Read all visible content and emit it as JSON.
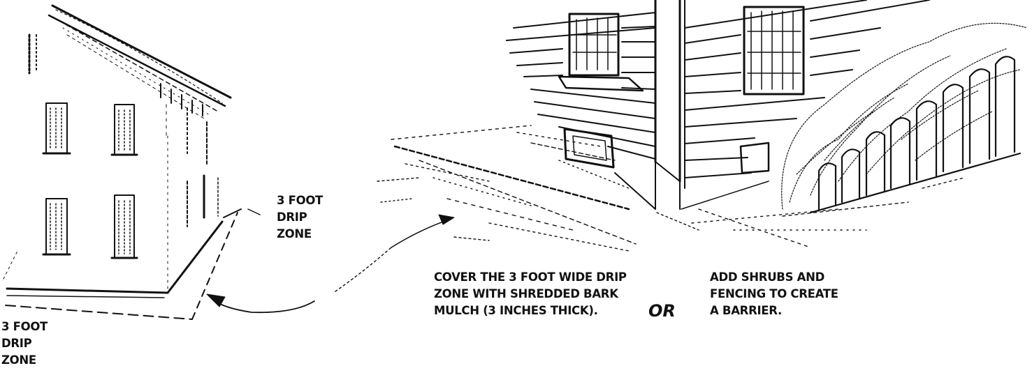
{
  "labels": {
    "drip_zone_right": [
      "3 FOOT",
      "DRIP",
      "ZONE"
    ],
    "drip_zone_left": [
      "3 FOOT",
      "DRIP",
      "ZONE"
    ],
    "mulch_caption": [
      "COVER THE 3 FOOT WIDE DRIP",
      "ZONE WITH SHREDDED BARK",
      "MULCH (3 INCHES THICK)."
    ],
    "or_word": "OR",
    "shrubs_caption": [
      "ADD SHRUBS AND",
      "FENCING TO CREATE",
      "A BARRIER."
    ]
  },
  "colors": {
    "ink": "#111111",
    "paper": "#ffffff"
  },
  "icons": [
    "house-illustration",
    "house-corner-illustration",
    "drip-zone-outline",
    "curved-arrow",
    "bark-mulch-bed",
    "shrubs-and-fence"
  ]
}
